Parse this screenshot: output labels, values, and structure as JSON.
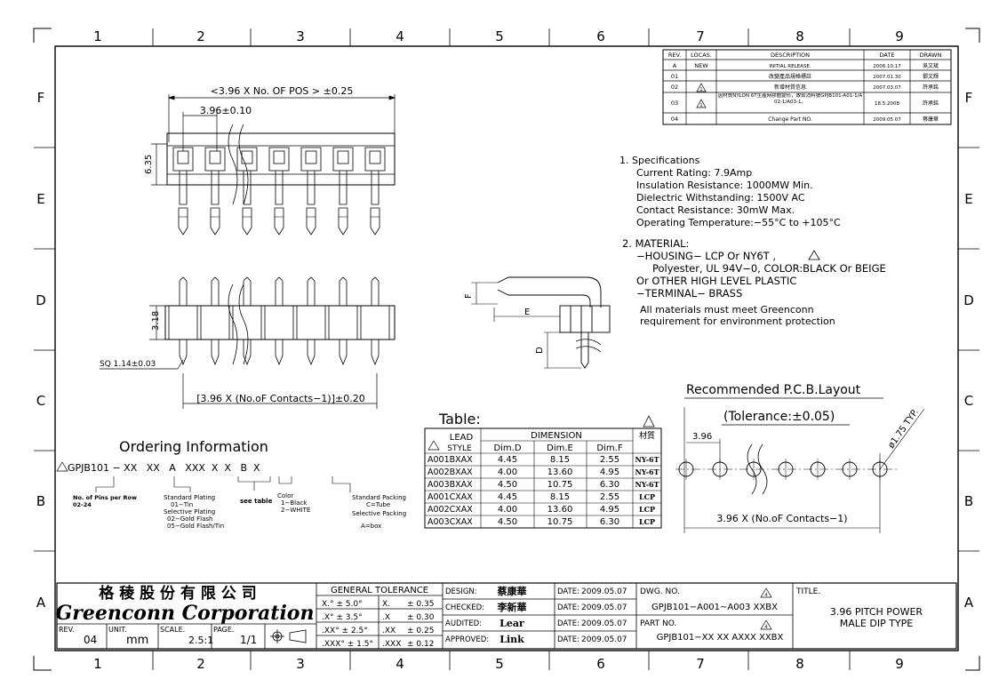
{
  "border": {
    "columns": [
      "1",
      "2",
      "3",
      "4",
      "5",
      "6",
      "7",
      "8",
      "9"
    ],
    "rows": [
      "F",
      "E",
      "D",
      "C",
      "B",
      "A"
    ]
  },
  "revision_table": {
    "headers": [
      "REV.",
      "LOCAS.",
      "DESCRIPTION",
      "DATE",
      "DRAWN"
    ],
    "rows": [
      {
        "rev": "A",
        "loc": "NEW",
        "desc": "INITIAL RELEASE.",
        "date": "2006.10.17",
        "drawn": "吳文斌"
      },
      {
        "rev": "01",
        "loc": "",
        "desc": "改變產品規格標註",
        "date": "2007.01.30",
        "drawn": "鄧文輝"
      },
      {
        "rev": "02",
        "loc": "1",
        "desc": "新增材質信息",
        "date": "2007.03.07",
        "drawn": "許承銘"
      },
      {
        "rev": "03",
        "loc": "1",
        "desc": "因材質NYLON 6T生產時膠體變形，故取消料號GPJB101-A01-1/A02-1/A03-1。",
        "date": "18.5.2008",
        "drawn": "許承銘"
      },
      {
        "rev": "04",
        "loc": "",
        "desc": "Change Part NO.",
        "date": "2009.05.07",
        "drawn": "蔡康華"
      }
    ]
  },
  "dimensions": {
    "overall": "<3.96 X No. OF POS > ±0.25",
    "pitch": "3.96±0.10",
    "height_top": "6.35",
    "height_front": "3.18",
    "pin_sq": "SQ 1.14±0.03",
    "contacts_span": "[3.96 X (No.oF Contacts−1)]±0.20",
    "side_f": "F",
    "side_e": "E",
    "side_d": "D"
  },
  "specifications": {
    "title": "1. Specifications",
    "lines": [
      "Current Rating:  7.9Amp",
      "Insulation Resistance: 1000MW Min.",
      "Dielectric Withstanding:   1500V AC",
      "Contact Resistance:   30mW Max.",
      "Operating Temperature:−55°C to +105°C"
    ]
  },
  "material": {
    "title": "2. MATERIAL:",
    "lines": [
      "−HOUSING−  LCP Or   NY6T ,",
      "Polyester, UL 94V−0, COLOR:BLACK Or BEIGE",
      "Or OTHER HIGH LEVEL PLASTIC",
      "−TERMINAL−  BRASS",
      "All materials must meet Greenconn",
      "requirement for environment protection"
    ]
  },
  "pcb": {
    "title": "Recommended  P.C.B.Layout",
    "tolerance": "(Tolerance:±0.05)",
    "pitch": "3.96",
    "hole": "ø1.75 TYP.",
    "span": "3.96 X (No.oF Contacts−1)"
  },
  "table": {
    "title": "Table:",
    "header_lead": "LEAD",
    "header_style": "STYLE",
    "header_dimension": "DIMENSION",
    "header_material": "材質",
    "columns": [
      "Dim.D",
      "Dim.E",
      "Dim.F"
    ],
    "rows": [
      {
        "style": "A001BXAX",
        "d": "4.45",
        "e": "8.15",
        "f": "2.55",
        "mat": "NY-6T"
      },
      {
        "style": "A002BXAX",
        "d": "4.00",
        "e": "13.60",
        "f": "4.95",
        "mat": "NY-6T"
      },
      {
        "style": "A003BXAX",
        "d": "4.50",
        "e": "10.75",
        "f": "6.30",
        "mat": "NY-6T"
      },
      {
        "style": "A001CXAX",
        "d": "4.45",
        "e": "8.15",
        "f": "2.55",
        "mat": "LCP"
      },
      {
        "style": "A002CXAX",
        "d": "4.00",
        "e": "13.60",
        "f": "4.95",
        "mat": "LCP"
      },
      {
        "style": "A003CXAX",
        "d": "4.50",
        "e": "10.75",
        "f": "6.30",
        "mat": "LCP"
      }
    ]
  },
  "ordering": {
    "title": "Ordering  Information",
    "code": "GPJB101 − XX   XX   A   XXX  X  X   B  X",
    "n_pins": "No. of Pins per Row",
    "n_pins_range": "02-24",
    "plating_title": "Standard Plating",
    "plating_lines": [
      "01−Tin",
      "Selective Plating",
      "02−Gold Flash",
      "05−Gold Flash/Tin"
    ],
    "see_table": "see table",
    "color_title": "Color",
    "color_lines": [
      "1−Black",
      "2−WHITE"
    ],
    "packing_title": "Standard Packing",
    "packing_lines": [
      "C=Tube",
      "Selective Packing",
      "A=box"
    ]
  },
  "title_block": {
    "company_cn": "格 稜 股 份 有 限 公 司",
    "company_en": "Greenconn Corporation",
    "rev_label": "REV.",
    "rev": "04",
    "unit_label": "UNIT.",
    "unit": "mm",
    "scale_label": "SCALE.",
    "scale": "2.5:1",
    "page_label": "PAGE.",
    "page": "1/1",
    "tol_title": "GENERAL TOLERANCE",
    "tol_rows": [
      {
        "a": "X.° ± 5.0°",
        "b": "X.",
        "c": "± 0.35"
      },
      {
        "a": ".X° ± 3.5°",
        "b": ".X",
        "c": "± 0.30"
      },
      {
        "a": ".XX° ± 2.5°",
        "b": ".XX",
        "c": "± 0.25"
      },
      {
        "a": ".XXX° ± 1.5°",
        "b": ".XXX",
        "c": "± 0.12"
      }
    ],
    "signoff": [
      {
        "label": "DESIGN:",
        "name": "蔡康華",
        "date_label": "DATE:",
        "date": "2009.05.07"
      },
      {
        "label": "CHECKED:",
        "name": "李新華",
        "date_label": "DATE:",
        "date": "2009.05.07"
      },
      {
        "label": "AUDITED:",
        "name": "Lear",
        "date_label": "DATE:",
        "date": "2009.05.07"
      },
      {
        "label": "APPROVED:",
        "name": "Link",
        "date_label": "DATE:",
        "date": "2009.05.07"
      }
    ],
    "dwg_label": "DWG. NO.",
    "dwg_no": "GPJB101−A001∼A003 XXBX",
    "part_label": "PART NO.",
    "part_no": "GPJB101−XX XX AXXX XXBX",
    "title_label": "TITLE.",
    "title_lines": [
      "3.96 PITCH POWER",
      "MALE DIP TYPE"
    ],
    "rev_flag": "4"
  }
}
